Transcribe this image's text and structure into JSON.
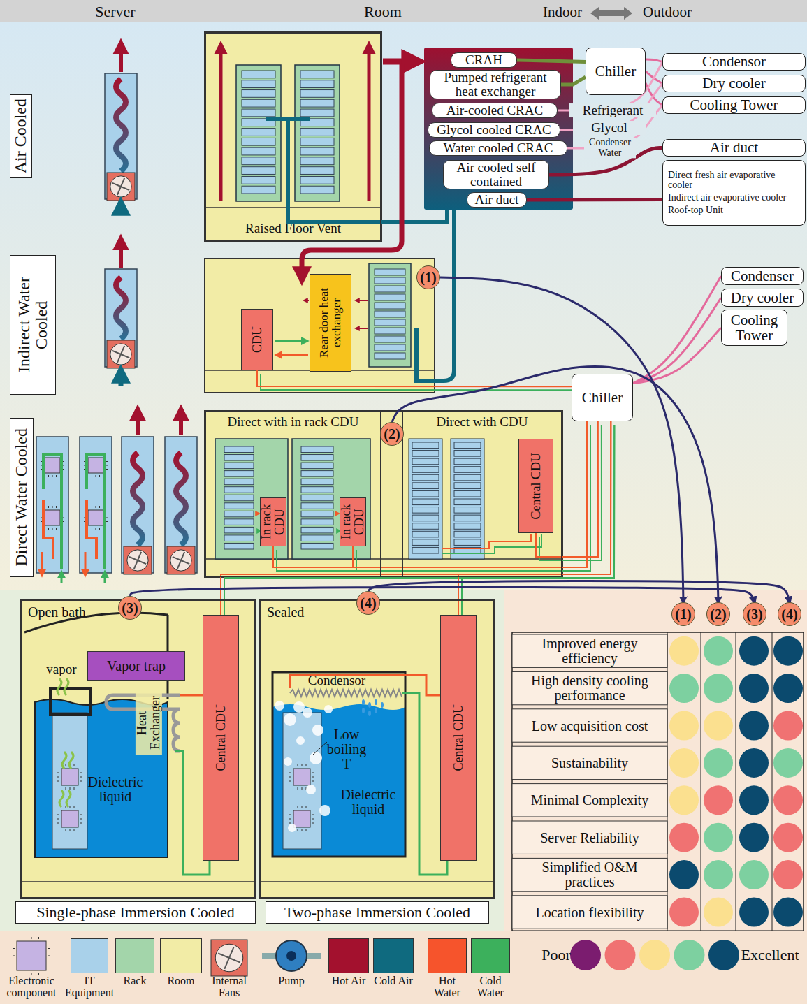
{
  "diagram": {
    "nodes": [
      {
        "text": [
          "Air Cooled"
        ]
      },
      {
        "text": [
          "Indirect Water Cooled"
        ]
      },
      {
        "text": [
          "Direct Water Cooled"
        ]
      },
      {
        "text": [
          "Raised Floor Vent"
        ]
      },
      {
        "text": [
          "CRAH"
        ]
      },
      {
        "text": [
          "Pumped refrigerant heat exchanger"
        ]
      },
      {
        "text": [
          "Air-cooled CRAC"
        ]
      },
      {
        "text": [
          "Glycol cooled CRAC"
        ]
      },
      {
        "text": [
          "Water cooled CRAC"
        ]
      },
      {
        "text": [
          "Air cooled self contained"
        ]
      },
      {
        "text": [
          "Air duct"
        ]
      },
      {
        "text": [
          "Chiller"
        ]
      },
      {
        "text": [
          "Condensor"
        ]
      },
      {
        "text": [
          "Dry cooler"
        ]
      },
      {
        "text": [
          "Cooling Tower"
        ]
      },
      {
        "text": [
          "Air duct"
        ]
      },
      {
        "text": [
          "Direct fresh air evaporative cooler",
          "Indirect air evaporative cooler",
          "Roof-top Unit"
        ]
      },
      {
        "text": [
          "(1)"
        ]
      },
      {
        "text": [
          "CDU"
        ]
      },
      {
        "text": [
          "Rear door heat exchanger"
        ]
      },
      {
        "text": [
          "Condenser"
        ]
      },
      {
        "text": [
          "Dry cooler"
        ]
      },
      {
        "text": [
          "Cooling Tower"
        ]
      },
      {
        "text": [
          "Chiller"
        ]
      },
      {
        "text": [
          "Direct with in rack CDU"
        ]
      },
      {
        "text": [
          "In rack CDU"
        ],
        "in": 24
      },
      {
        "text": [
          "In rack CDU"
        ],
        "in": 24
      },
      {
        "text": [
          "Direct with CDU"
        ]
      },
      {
        "text": [
          "Central CDU"
        ],
        "in": 27
      },
      {
        "text": [
          "(2)"
        ]
      },
      {
        "text": [
          "Open bath"
        ]
      },
      {
        "text": [
          "(3)"
        ]
      },
      {
        "text": [
          "Vapor trap"
        ],
        "in": 30
      },
      {
        "text": [
          "Central CDU"
        ],
        "in": 30
      },
      {
        "text": [
          "Sealed"
        ]
      },
      {
        "text": [
          "(4)"
        ]
      },
      {
        "text": [
          "Central CDU"
        ],
        "in": 34
      },
      {
        "text": [
          "Single-phase Immersion Cooled"
        ]
      },
      {
        "text": [
          "Two-phase Immersion Cooled"
        ]
      },
      {
        "text": [
          "(1)"
        ]
      },
      {
        "text": [
          "(2)"
        ]
      },
      {
        "text": [
          "(3)"
        ]
      },
      {
        "text": [
          "(4)"
        ]
      }
    ],
    "edges": [
      {
        "from": 4,
        "to": 11,
        "arrow": "none"
      },
      {
        "from": 5,
        "to": 11,
        "arrow": "none"
      },
      {
        "from": 11,
        "to": 12,
        "arrow": "none"
      },
      {
        "from": 11,
        "to": 13,
        "arrow": "none"
      },
      {
        "from": 11,
        "to": 14,
        "arrow": "none"
      },
      {
        "from": 6,
        "to": 12,
        "label": "Refrigerant",
        "arrow": "none"
      },
      {
        "from": 7,
        "to": 13,
        "label": "Glycol",
        "arrow": "none"
      },
      {
        "from": 8,
        "to": 14,
        "label": "Condenser Water",
        "arrow": "none"
      },
      {
        "from": 9,
        "to": 15,
        "arrow": "none"
      },
      {
        "from": 10,
        "to": 16,
        "arrow": "none"
      },
      {
        "from": 23,
        "to": 20,
        "arrow": "none"
      },
      {
        "from": 23,
        "to": 21,
        "arrow": "none"
      },
      {
        "from": 23,
        "to": 22,
        "arrow": "none"
      },
      {
        "from": 18,
        "to": 23,
        "arrow": "none"
      },
      {
        "from": 25,
        "to": 23,
        "arrow": "none"
      },
      {
        "from": 26,
        "to": 23,
        "arrow": "none"
      },
      {
        "from": 28,
        "to": 23,
        "arrow": "none"
      },
      {
        "from": 33,
        "to": 23,
        "arrow": "none"
      },
      {
        "from": 36,
        "to": 23,
        "arrow": "none"
      },
      {
        "from": 17,
        "to": 39,
        "arrow": "to"
      },
      {
        "from": 29,
        "to": 40,
        "arrow": "to"
      },
      {
        "from": 31,
        "to": 41,
        "arrow": "to"
      },
      {
        "from": 35,
        "to": 42,
        "arrow": "to"
      }
    ],
    "labels": [
      "Server",
      "Room",
      "Indoor",
      "Outdoor",
      "vapor",
      "Heat Exchanger",
      "Dielectric liquid",
      "Condensor",
      "Low boiling T",
      "Dielectric liquid",
      "Improved energy efficiency",
      "High density cooling performance",
      "Low acquisition cost",
      "Sustainability",
      "Minimal Complexity",
      "Server Reliability",
      "Simplified O&M practices",
      "Location flexibility",
      "Poor",
      "Excellent"
    ],
    "legend": [
      {
        "text": "Electronic component"
      },
      {
        "text": "IT Equipment",
        "color": "#a9d1ea"
      },
      {
        "text": "Rack",
        "color": "#a3d5aa"
      },
      {
        "text": "Room",
        "color": "#f2eca6"
      },
      {
        "text": "Internal Fans"
      },
      {
        "text": "Pump"
      },
      {
        "text": "Hot Air",
        "color": "#a3112e"
      },
      {
        "text": "Cold Air",
        "color": "#0f6a7f"
      },
      {
        "text": "Hot Water",
        "color": "#f6542c"
      },
      {
        "text": "Cold Water",
        "color": "#3cb05c"
      }
    ]
  }
}
